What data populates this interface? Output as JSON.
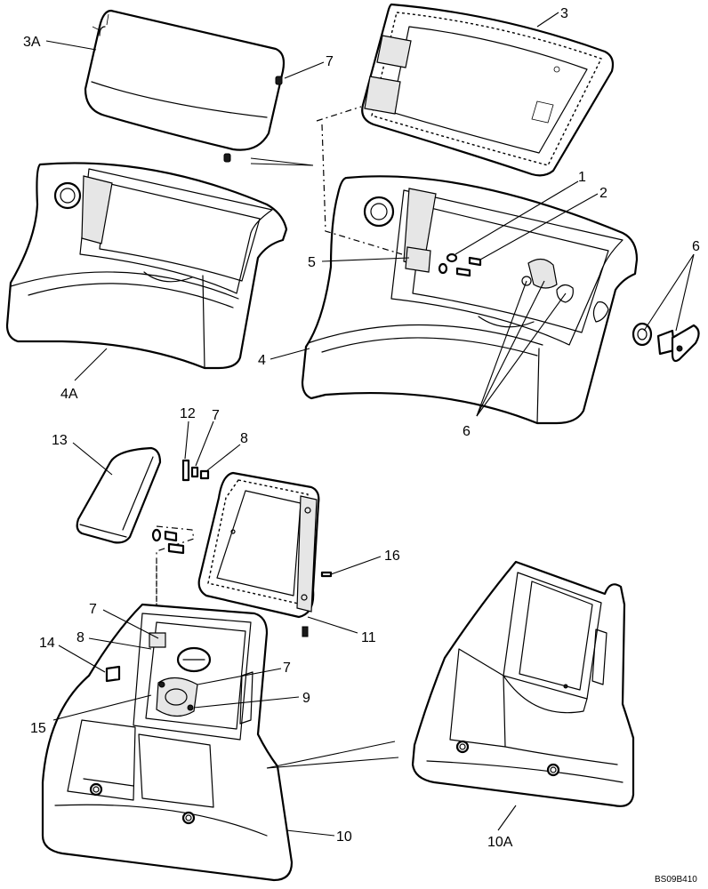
{
  "diagram": {
    "drawing_code": "BS09B410",
    "callouts": {
      "c1": "1",
      "c2": "2",
      "c3": "3",
      "c3A": "3A",
      "c4": "4",
      "c4A": "4A",
      "c5": "5",
      "c6a": "6",
      "c6b": "6",
      "c7a": "7",
      "c7b": "7",
      "c7c": "7",
      "c7d": "7",
      "c8a": "8",
      "c8b": "8",
      "c9": "9",
      "c10": "10",
      "c10A": "10A",
      "c11": "11",
      "c12": "12",
      "c13": "13",
      "c14": "14",
      "c15": "15",
      "c16": "16"
    }
  }
}
